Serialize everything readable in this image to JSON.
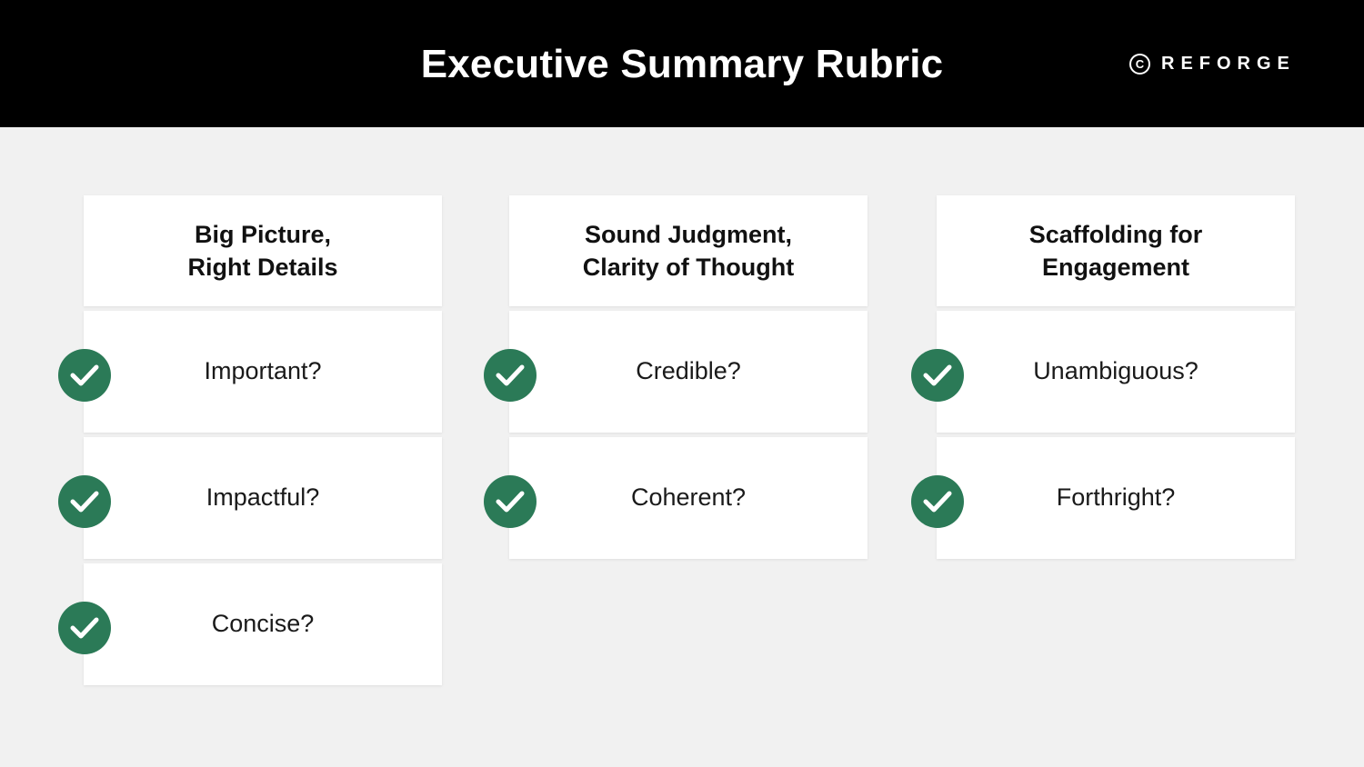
{
  "header": {
    "title": "Executive Summary Rubric",
    "brand": {
      "mark": "C",
      "name": "REFORGE"
    }
  },
  "colors": {
    "accent": "#2b7a57",
    "header_bg": "#000000",
    "page_bg": "#f1f1f1"
  },
  "columns": [
    {
      "heading": "Big Picture,\nRight Details",
      "items": [
        "Important?",
        "Impactful?",
        "Concise?"
      ]
    },
    {
      "heading": "Sound Judgment,\nClarity of Thought",
      "items": [
        "Credible?",
        "Coherent?"
      ]
    },
    {
      "heading": "Scaffolding for\nEngagement",
      "items": [
        "Unambiguous?",
        "Forthright?"
      ]
    }
  ]
}
